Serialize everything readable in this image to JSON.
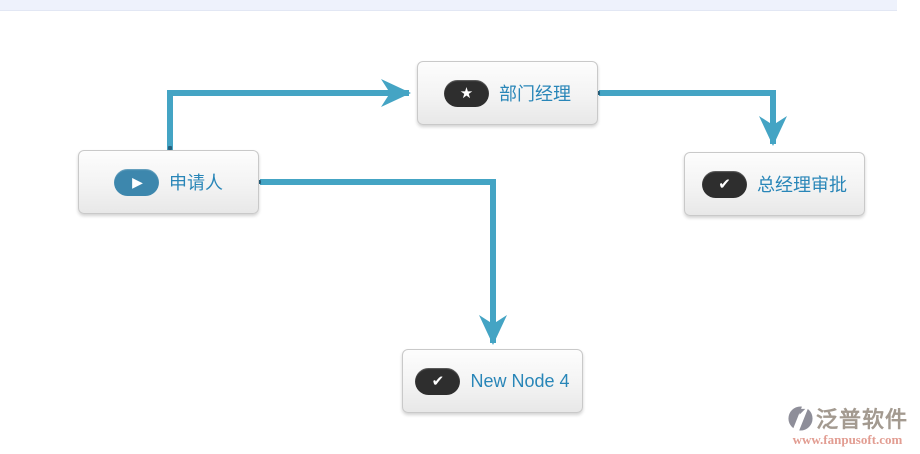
{
  "canvas": {
    "connector_color": "#44a4c4",
    "node_label_color": "#2986b8",
    "nodes": [
      {
        "id": "applicant",
        "label": "申请人",
        "icon": "play-icon",
        "pill_color": "#3d87ad"
      },
      {
        "id": "dept-manager",
        "label": "部门经理",
        "icon": "star-icon",
        "pill_color": "#2e2e2e"
      },
      {
        "id": "gm-approval",
        "label": "总经理审批",
        "icon": "check-icon",
        "pill_color": "#2e2e2e"
      },
      {
        "id": "new-node-4",
        "label": "New Node 4",
        "icon": "check-icon",
        "pill_color": "#2e2e2e"
      }
    ],
    "connections": [
      {
        "from": "applicant",
        "to": "dept-manager"
      },
      {
        "from": "dept-manager",
        "to": "gm-approval"
      },
      {
        "from": "applicant",
        "to": "new-node-4"
      }
    ]
  },
  "icons": {
    "play": "▶",
    "star": "★",
    "check": "✔"
  },
  "watermark": {
    "brand": "泛普软件",
    "url": "www.fanpusoft.com"
  }
}
